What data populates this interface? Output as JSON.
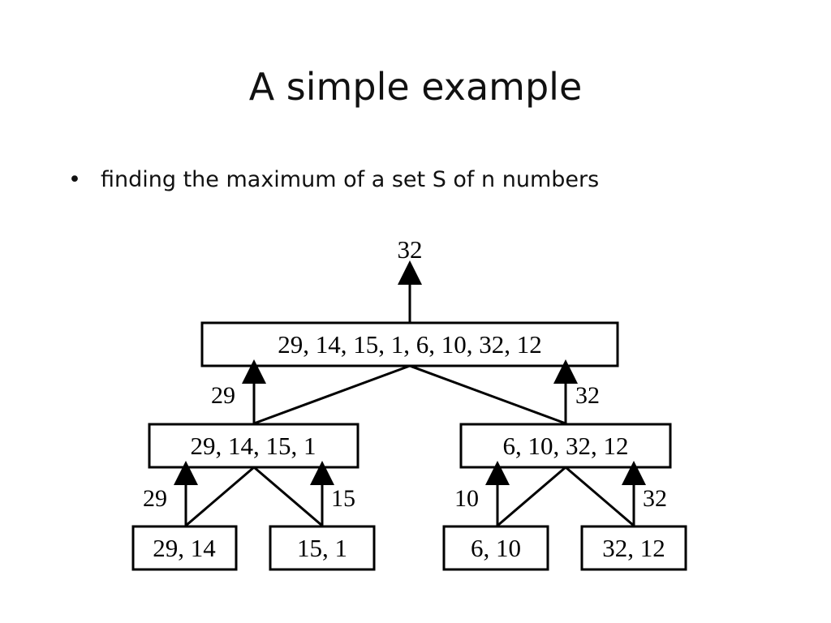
{
  "title": "A simple example",
  "bullet": {
    "marker": "•",
    "text": "finding the maximum of a set S of n numbers"
  },
  "diagram": {
    "result": "32",
    "nodes": [
      {
        "id": "root",
        "label": "29, 14, 15, 1, 6, 10, 32, 12"
      },
      {
        "id": "left",
        "label": "29, 14, 15, 1"
      },
      {
        "id": "right",
        "label": "6, 10, 32, 12"
      },
      {
        "id": "ll",
        "label": "29, 14"
      },
      {
        "id": "lr",
        "label": "15, 1"
      },
      {
        "id": "rl",
        "label": "6, 10"
      },
      {
        "id": "rr",
        "label": "32, 12"
      }
    ],
    "edge_labels": {
      "left_to_root": "29",
      "right_to_root": "32",
      "ll_to_left": "29",
      "lr_to_left": "15",
      "rl_to_right": "10",
      "rr_to_right": "32"
    }
  }
}
